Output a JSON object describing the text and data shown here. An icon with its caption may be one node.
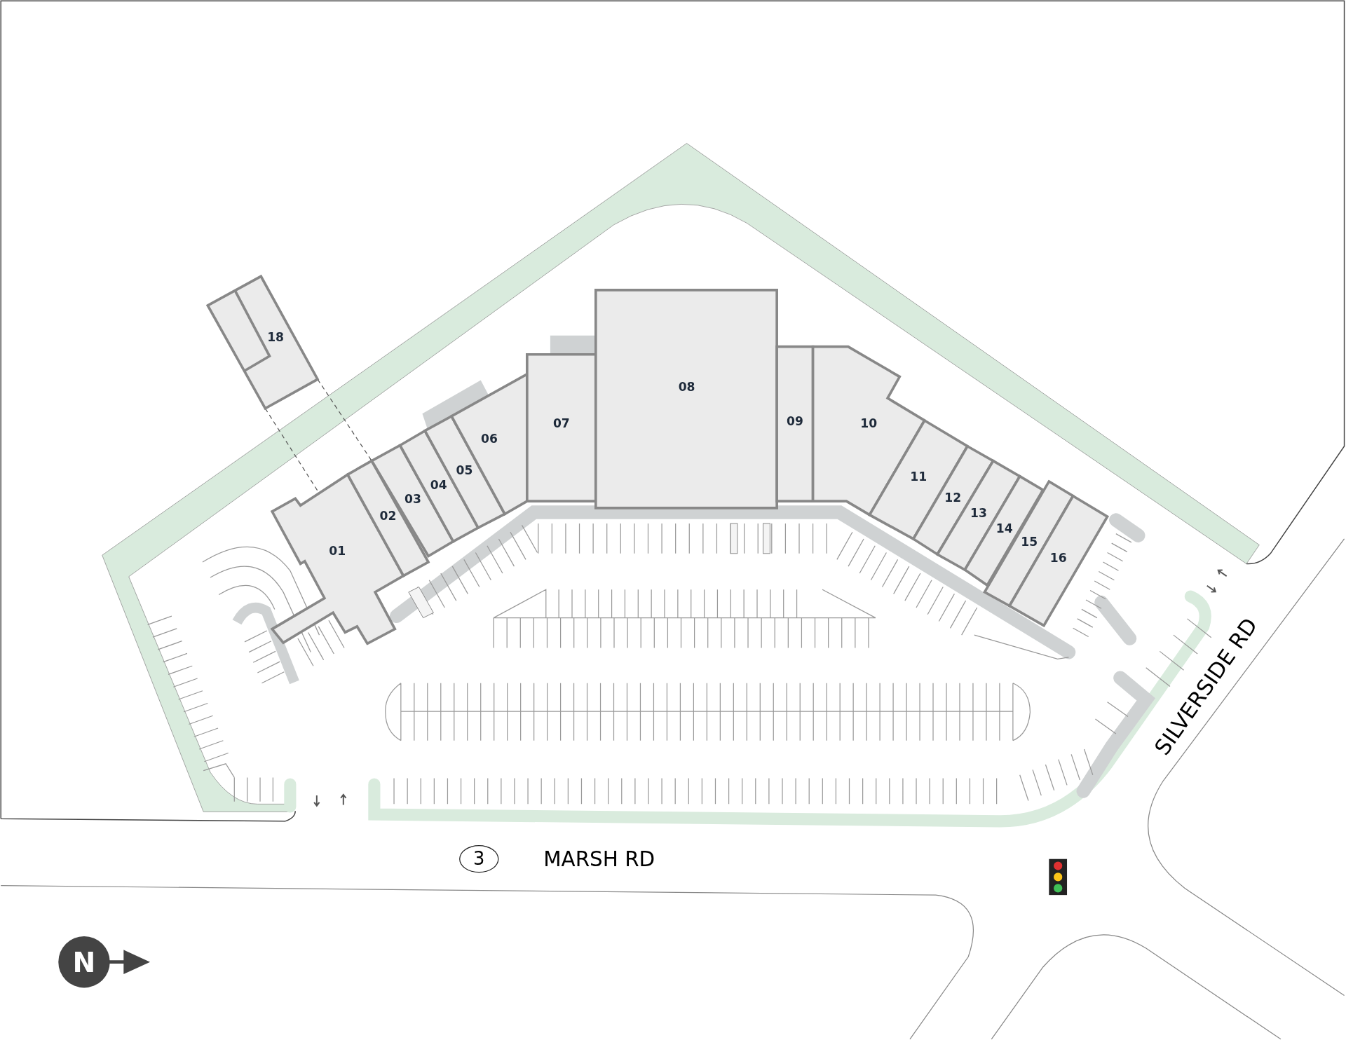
{
  "diagram": {
    "nodes": [
      {
        "text": [
          "01"
        ]
      },
      {
        "text": [
          "02"
        ]
      },
      {
        "text": [
          "03"
        ]
      },
      {
        "text": [
          "04"
        ]
      },
      {
        "text": [
          "05"
        ]
      },
      {
        "text": [
          "06"
        ]
      },
      {
        "text": [
          "07"
        ]
      },
      {
        "text": [
          "08"
        ]
      },
      {
        "text": [
          "09"
        ]
      },
      {
        "text": [
          "10"
        ]
      },
      {
        "text": [
          "11"
        ]
      },
      {
        "text": [
          "12"
        ]
      },
      {
        "text": [
          "13"
        ]
      },
      {
        "text": [
          "14"
        ]
      },
      {
        "text": [
          "15"
        ]
      },
      {
        "text": [
          "16"
        ]
      },
      {
        "text": [
          "18"
        ]
      }
    ],
    "edges": [
      {
        "from": 16,
        "to": 0,
        "arrow": "none",
        "style": "dashed"
      },
      {
        "from": 16,
        "to": 1,
        "arrow": "none",
        "style": "dashed"
      }
    ],
    "labels": [
      "SILVERSIDE RD",
      "3",
      "MARSH RD",
      "N"
    ]
  }
}
